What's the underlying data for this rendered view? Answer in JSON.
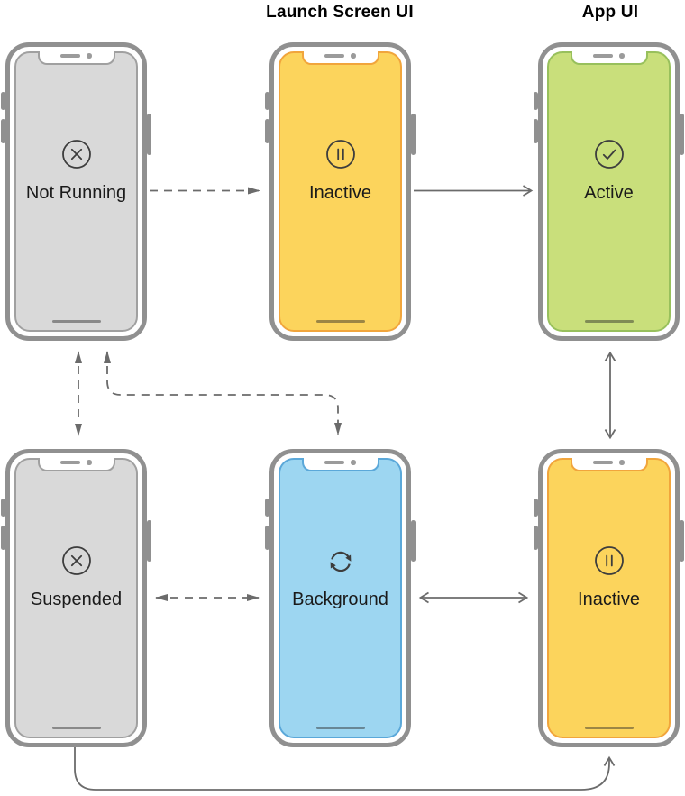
{
  "titles": {
    "launch_screen": "Launch Screen UI",
    "app_ui": "App UI"
  },
  "colors": {
    "frame": "#909090",
    "arrow": "#6b6b6b",
    "icon": "#3d3d3d",
    "label": "#1a1a1a",
    "gray_screen": "#d9d9d9",
    "yellow_screen": "#fcd45c",
    "green_screen": "#c9df7b",
    "blue_screen": "#9dd6f1"
  },
  "phones": [
    {
      "id": "not-running",
      "label": "Not Running",
      "icon": "x-circle-icon",
      "screen_fill": "#d9d9d9",
      "screen_border": "#a0a0a0"
    },
    {
      "id": "inactive-top",
      "label": "Inactive",
      "icon": "pause-circle-icon",
      "screen_fill": "#fcd45c",
      "screen_border": "#f1a53c"
    },
    {
      "id": "active",
      "label": "Active",
      "icon": "check-circle-icon",
      "screen_fill": "#c9df7b",
      "screen_border": "#98c05c"
    },
    {
      "id": "suspended",
      "label": "Suspended",
      "icon": "x-circle-icon",
      "screen_fill": "#d9d9d9",
      "screen_border": "#a0a0a0"
    },
    {
      "id": "background",
      "label": "Background",
      "icon": "refresh-icon",
      "screen_fill": "#9dd6f1",
      "screen_border": "#5ba8d9"
    },
    {
      "id": "inactive-bottom",
      "label": "Inactive",
      "icon": "pause-circle-icon",
      "screen_fill": "#fcd45c",
      "screen_border": "#f1a53c"
    }
  ],
  "transitions": [
    {
      "from": "Not Running",
      "to": "Inactive",
      "style": "dashed",
      "direction": "one-way"
    },
    {
      "from": "Inactive",
      "to": "Active",
      "style": "solid",
      "direction": "one-way"
    },
    {
      "from": "Not Running",
      "to": "Suspended",
      "style": "dashed",
      "direction": "two-way"
    },
    {
      "from": "Not Running",
      "to": "Background",
      "style": "dashed",
      "direction": "two-way"
    },
    {
      "from": "Active",
      "to": "Inactive",
      "style": "solid",
      "direction": "two-way"
    },
    {
      "from": "Suspended",
      "to": "Background",
      "style": "dashed",
      "direction": "two-way"
    },
    {
      "from": "Background",
      "to": "Inactive",
      "style": "solid",
      "direction": "two-way"
    },
    {
      "from": "Suspended",
      "to": "Inactive",
      "style": "solid",
      "direction": "one-way"
    }
  ]
}
